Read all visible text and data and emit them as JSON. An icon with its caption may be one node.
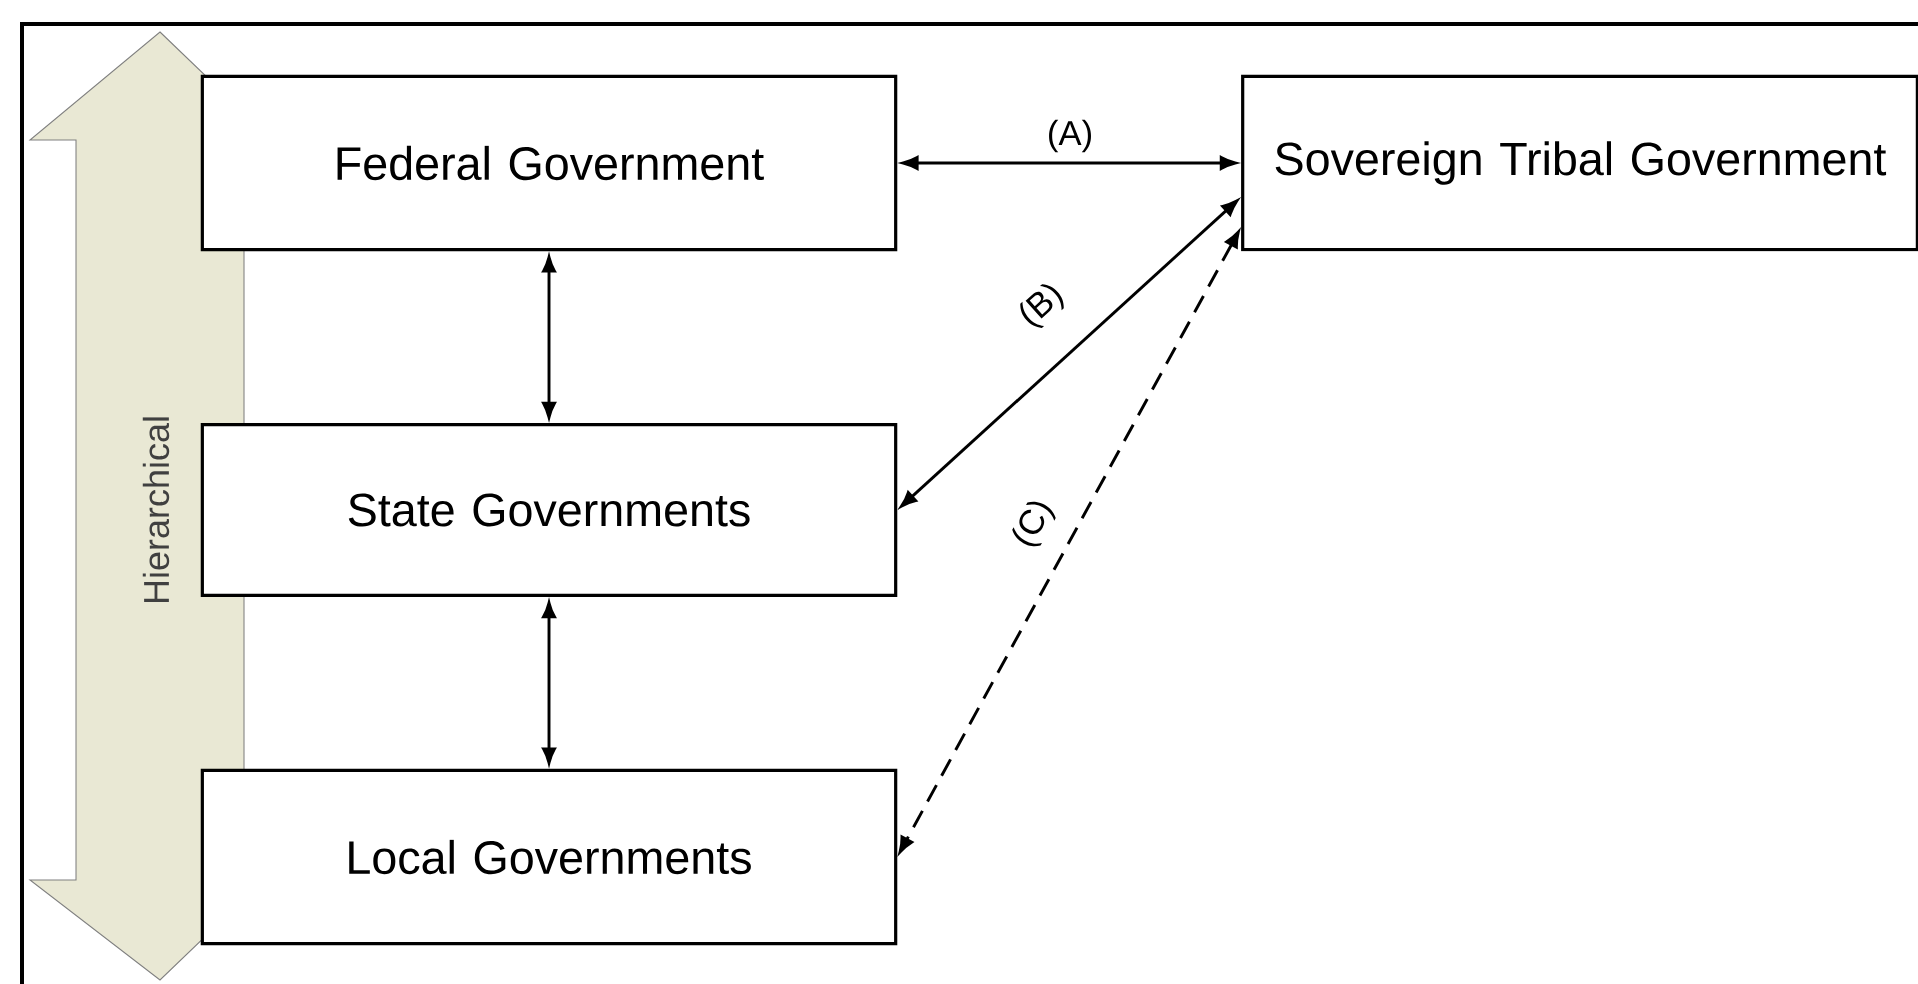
{
  "diagram": {
    "nodes": [
      {
        "text": [
          "Hierarchical"
        ]
      },
      {
        "text": [
          "Federal Government"
        ]
      },
      {
        "text": [
          "Sovereign Tribal Government"
        ]
      },
      {
        "text": [
          "State Governments"
        ]
      },
      {
        "text": [
          "Local Governments"
        ]
      }
    ],
    "edges": [
      {
        "from": 1,
        "to": 2,
        "arrow": "both",
        "label": "(A)"
      },
      {
        "from": 1,
        "to": 3,
        "arrow": "both"
      },
      {
        "from": 2,
        "to": 3,
        "arrow": "both",
        "label": "(B)"
      },
      {
        "from": 2,
        "to": 4,
        "arrow": "both",
        "label": "(C)",
        "style": "dashed"
      },
      {
        "from": 3,
        "to": 4,
        "arrow": "both"
      }
    ]
  }
}
